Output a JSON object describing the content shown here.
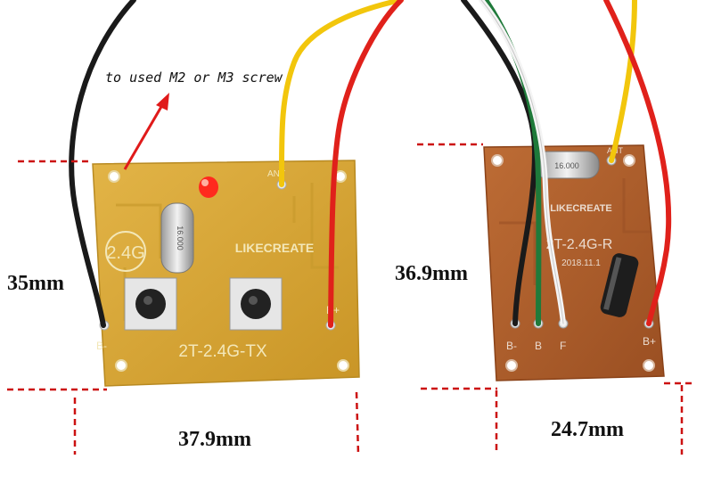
{
  "annotation": {
    "text": "to used M2 or M3 screw"
  },
  "transmitter": {
    "height_label": "35mm",
    "width_label": "37.9mm",
    "freq_badge": "2.4G",
    "brand": "LIKECREATE",
    "model": "2T-2.4G-TX",
    "pin_ant": "ANT",
    "pin_neg": "B-",
    "pin_pos": "B+",
    "crystal": "16.000"
  },
  "receiver": {
    "height_label": "36.9mm",
    "width_label": "24.7mm",
    "brand": "LIKECREATE",
    "model": "2T-2.4G-R",
    "date": "2018.11.1",
    "pin_ant": "ANT",
    "pins": [
      "B-",
      "B",
      "F",
      "B+"
    ],
    "crystal": "16.000"
  },
  "colors": {
    "tx_board": "#d9a530",
    "rx_board": "#b0602a",
    "dimension_line": "#cc1111",
    "wire_black": "#1a1a1a",
    "wire_yellow": "#f2c60c",
    "wire_red": "#e0211b",
    "wire_white": "#f4f4f4",
    "wire_green": "#1f7a3a"
  }
}
